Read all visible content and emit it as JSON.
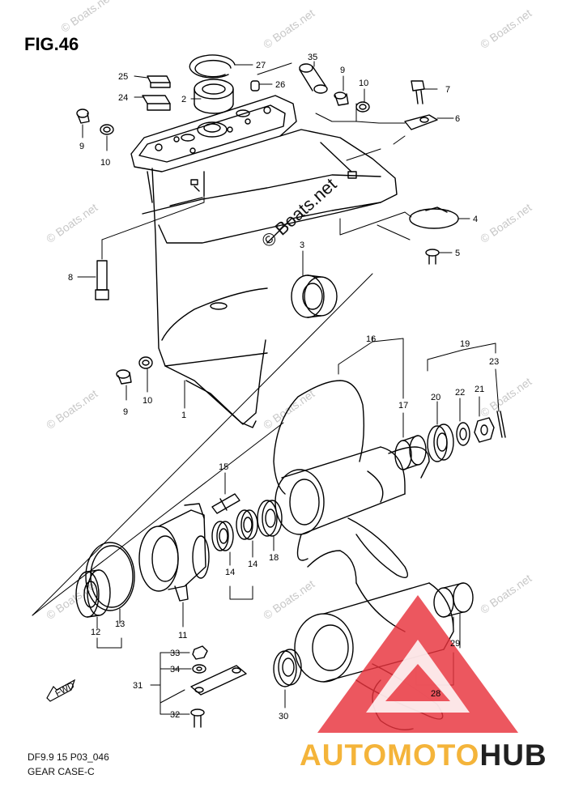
{
  "figure": {
    "title": "FIG.46"
  },
  "footer": {
    "code": "DF9.9 15 P03_046",
    "name": "GEAR CASE-C"
  },
  "watermark": {
    "text": "© Boats.net",
    "center": "© Boats.net"
  },
  "brand": {
    "part1": "AUTOMOTO",
    "part2": "HUB",
    "color1": "#f4b43a",
    "color2": "#202020",
    "triangle_color": "#e8323c"
  },
  "fwd_label": "FWD",
  "callouts": {
    "c1": "1",
    "c2": "2",
    "c3": "3",
    "c4": "4",
    "c5": "5",
    "c6": "6",
    "c7": "7",
    "c8": "8",
    "c9a": "9",
    "c9b": "9",
    "c9c": "9",
    "c10a": "10",
    "c10b": "10",
    "c10c": "10",
    "c11": "11",
    "c12": "12",
    "c13": "13",
    "c14a": "14",
    "c14b": "14",
    "c15": "15",
    "c16": "16",
    "c17": "17",
    "c18": "18",
    "c19": "19",
    "c20": "20",
    "c21": "21",
    "c22": "22",
    "c23": "23",
    "c24": "24",
    "c25": "25",
    "c26": "26",
    "c27": "27",
    "c28": "28",
    "c29": "29",
    "c30": "30",
    "c31": "31",
    "c32": "32",
    "c33": "33",
    "c34": "34",
    "c35": "35"
  }
}
